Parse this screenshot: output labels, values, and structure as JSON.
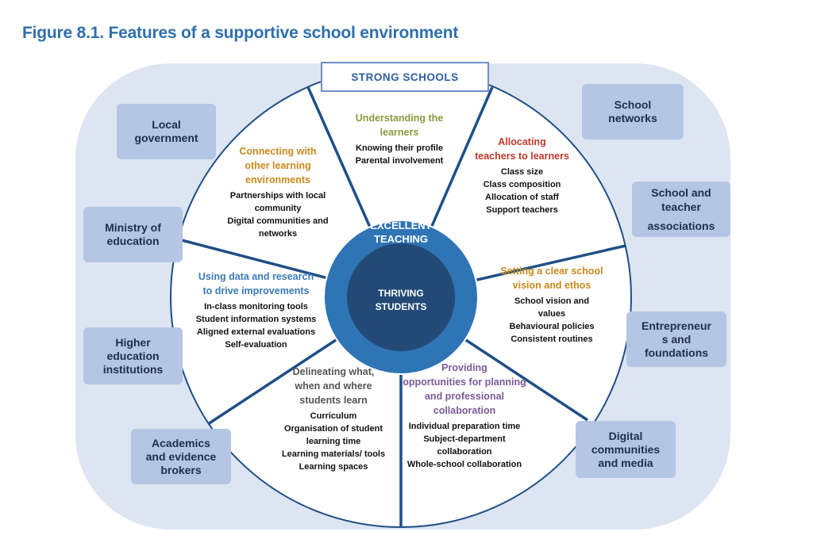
{
  "figure_title": "Figure 8.1. Features of a supportive school environment",
  "top_label": "STRONG SCHOOLS",
  "center": {
    "outer": [
      "EXCELLENT",
      "TEACHING"
    ],
    "inner": [
      "THRIVING",
      "STUDENTS"
    ]
  },
  "segments": {
    "understanding": {
      "heading": [
        "Understanding the",
        "learners"
      ],
      "items": [
        "Knowing their profile",
        "Parental involvement"
      ],
      "color": "#8a9a3c"
    },
    "allocating": {
      "heading": [
        "Allocating",
        "teachers to learners"
      ],
      "items": [
        "Class size",
        "Class composition",
        "Allocation of staff",
        "Support teachers"
      ],
      "color": "#c0392b"
    },
    "vision": {
      "heading": [
        "Setting a clear school",
        "vision and ethos"
      ],
      "items": [
        "School vision and",
        "values",
        "Behavioural policies",
        "Consistent routines"
      ],
      "color": "#c98a1b"
    },
    "providing": {
      "heading": [
        "Providing",
        "opportunities for planning",
        "and professional",
        "collaboration"
      ],
      "items": [
        "Individual preparation time",
        "Subject-department collaboration",
        "Whole-school collaboration"
      ],
      "color": "#7a5a9a"
    },
    "delineating": {
      "heading": [
        "Delineating what,",
        "when and where",
        "students learn"
      ],
      "items": [
        "Curriculum",
        "Organisation of student",
        "learning time",
        "Learning materials/ tools",
        "Learning spaces"
      ],
      "color": "#555555"
    },
    "data": {
      "heading": [
        "Using data and research",
        "to drive improvements"
      ],
      "items": [
        "In-class monitoring tools",
        "Student information systems",
        "Aligned external evaluations",
        "Self-evaluation"
      ],
      "color": "#3a7ab8"
    },
    "connecting": {
      "heading": [
        "Connecting with",
        "other learning",
        "environments"
      ],
      "items": [
        "Partnerships with local",
        "community",
        "Digital communities and",
        "networks"
      ],
      "color": "#c98a1b"
    }
  },
  "actors": {
    "local_gov": [
      "Local",
      "government"
    ],
    "ministry": [
      "Ministry of",
      "education"
    ],
    "higher_ed": [
      "Higher",
      "education",
      "institutions"
    ],
    "academics": [
      "Academics",
      "and evidence",
      "brokers"
    ],
    "school_networks": [
      "School",
      "networks"
    ],
    "associations": [
      "School and",
      "teacher",
      "associations"
    ],
    "entrepreneurs": [
      "Entrepreneur",
      "s and",
      "foundations"
    ],
    "digital": [
      "Digital",
      "communities",
      "and media"
    ]
  },
  "colors": {
    "background_blob": "#dde5f2",
    "actor_box": "#b4c6e4",
    "spoke": "#1f4f86",
    "ring": "#2f74b5",
    "core": "#234a77"
  }
}
